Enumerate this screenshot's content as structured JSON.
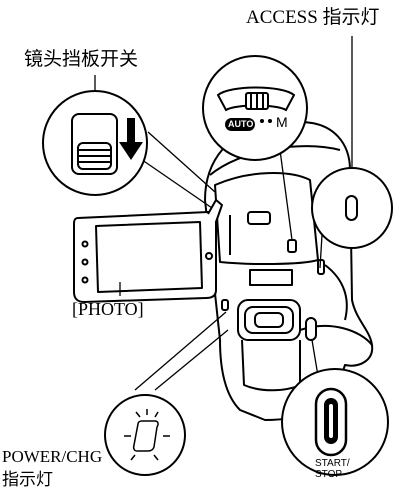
{
  "labels": {
    "access_indicator": "ACCESS 指示灯",
    "lens_cover_switch": "镜头挡板开关",
    "photo_button": "[PHOTO]",
    "power_chg_line1": "POWER/CHG",
    "power_chg_line2": "指示灯",
    "mode_auto": "AUTO",
    "mode_manual": "M",
    "start_stop_line1": "START/",
    "start_stop_line2": "STOP"
  },
  "icons": [
    "down-arrow-icon",
    "lens-cover-switch-icon",
    "mode-switch-icon",
    "start-stop-button-icon",
    "power-indicator-icon",
    "access-indicator-icon"
  ]
}
